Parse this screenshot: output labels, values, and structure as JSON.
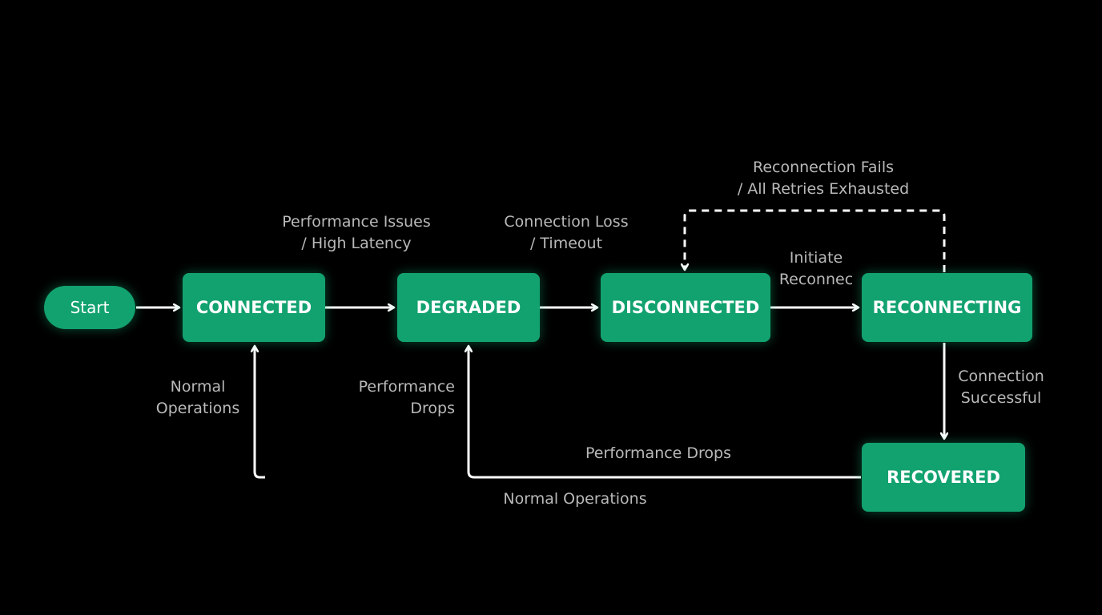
{
  "nodes": {
    "start": "Start",
    "connected": "CONNECTED",
    "degraded": "DEGRADED",
    "disconnected": "DISCONNECTED",
    "reconnecting": "RECONNECTING",
    "recovered": "RECOVERED"
  },
  "labels": {
    "performance_issues": [
      "Performance Issues",
      "/ High Latency"
    ],
    "connection_loss": [
      "Connection Loss",
      "/ Timeout"
    ],
    "reconnection_fails": [
      "Reconnection Fails",
      "/ All Retries Exhausted"
    ],
    "initiate_reconnect": [
      "Initiate",
      "Reconnec"
    ],
    "connection_successful": [
      "Connection",
      "Successful"
    ],
    "normal_operations_left": [
      "Normal",
      "Operations"
    ],
    "performance_drops_left": [
      "Performance",
      "Drops"
    ],
    "performance_drops_bottom": "Performance Drops",
    "normal_operations_bottom": "Normal Operations"
  },
  "colors": {
    "node_fill": "#12a26f",
    "arrow": "#ffffff",
    "label_text": "#b9b9b9",
    "background": "#000000"
  }
}
